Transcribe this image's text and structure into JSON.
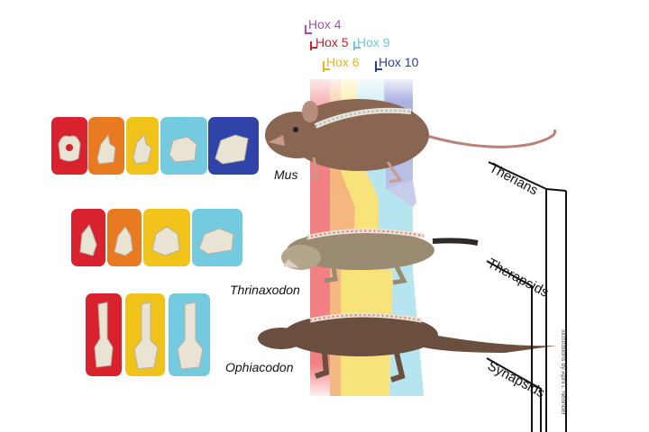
{
  "hox_genes": [
    {
      "label": "Hox 4",
      "color": "#a24fb4"
    },
    {
      "label": "Hox 5",
      "color": "#c8202e"
    },
    {
      "label": "Hox 9",
      "color": "#6cc8d8"
    },
    {
      "label": "Hox 6",
      "color": "#e6b51e"
    },
    {
      "label": "Hox 10",
      "color": "#2c3f9a"
    }
  ],
  "taxa": [
    {
      "name": "Mus",
      "vertebra_tiles": [
        "red",
        "orange",
        "yellow",
        "cyan",
        "blue"
      ]
    },
    {
      "name": "Thrinaxodon",
      "vertebra_tiles": [
        "red",
        "orange",
        "yellow",
        "cyan"
      ]
    },
    {
      "name": "Ophiacodon",
      "vertebra_tiles": [
        "red",
        "yellow",
        "cyan"
      ]
    }
  ],
  "clades": [
    "Therians",
    "Therapsids",
    "Synapsids"
  ],
  "credit": "Illustrations by April I. Neander",
  "colors": {
    "red": "#d8222d",
    "orange": "#e87b22",
    "yellow": "#f0c21a",
    "cyan": "#74cbe0",
    "blue": "#2f43a8",
    "bone": "#e9e3d4"
  }
}
